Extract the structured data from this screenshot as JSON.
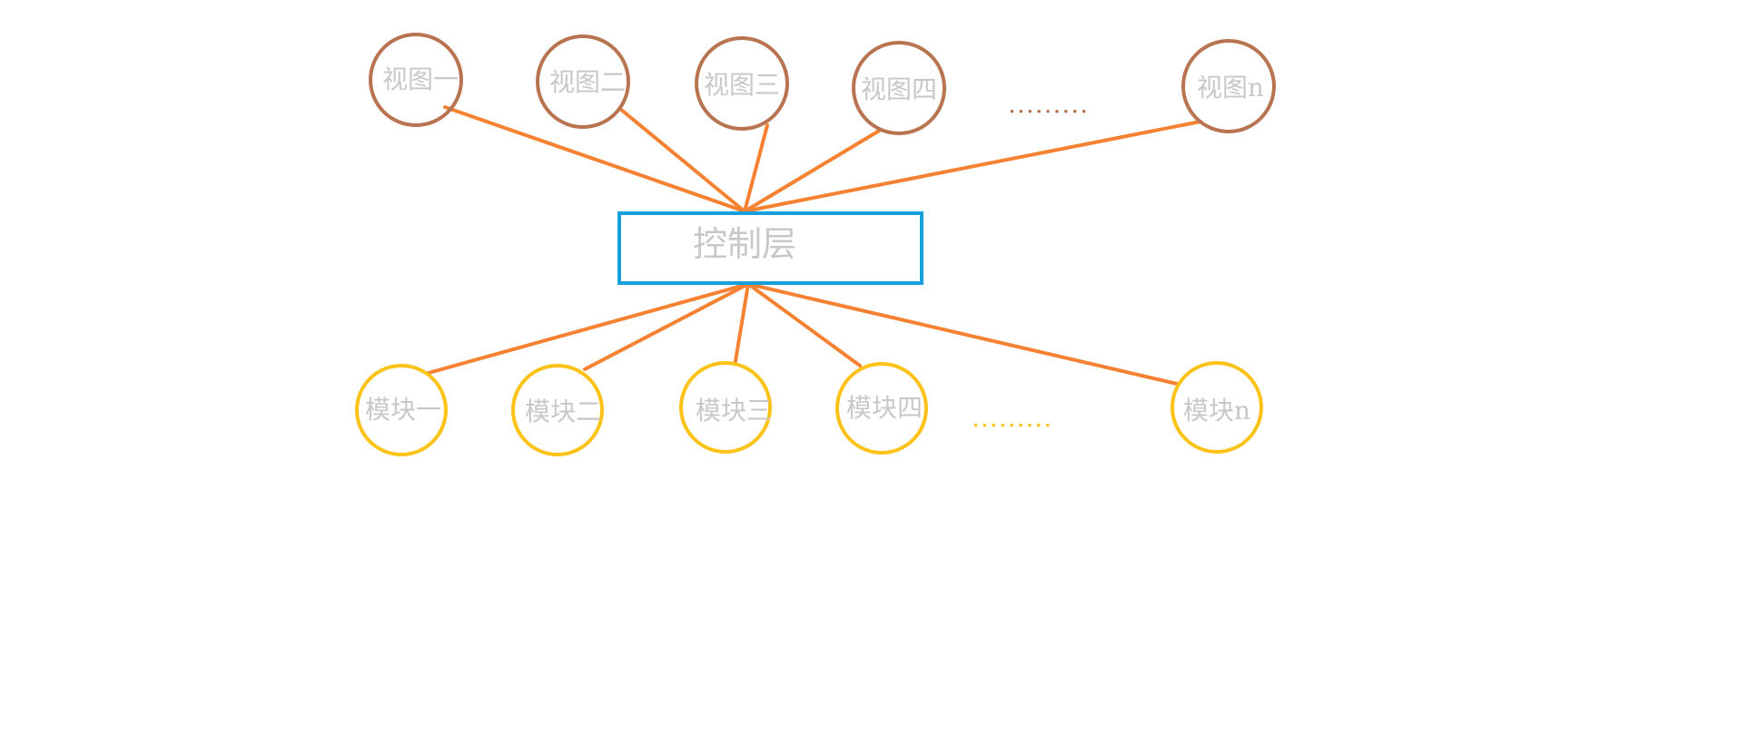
{
  "colors": {
    "connector": "#f58233",
    "view_circle": "#b87450",
    "module_circle": "#fcc217",
    "control_box": "#179fdc",
    "label_text": "#c8c8c8",
    "view_ellipsis": "#b87450",
    "module_ellipsis": "#fcc217"
  },
  "control": {
    "label": "控制层"
  },
  "views": [
    {
      "label": "视图一"
    },
    {
      "label": "视图二"
    },
    {
      "label": "视图三"
    },
    {
      "label": "视图四"
    },
    {
      "label": "视图n"
    }
  ],
  "modules": [
    {
      "label": "模块一"
    },
    {
      "label": "模块二"
    },
    {
      "label": "模块三"
    },
    {
      "label": "模块四"
    },
    {
      "label": "模块n"
    }
  ],
  "views_ellipsis": ".........",
  "modules_ellipsis": "........."
}
